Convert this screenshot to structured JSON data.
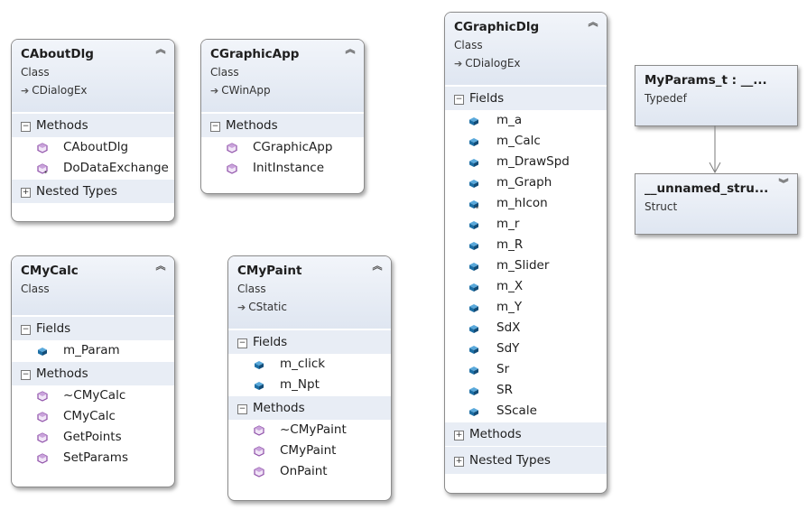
{
  "boxes": {
    "caboutdlg": {
      "name": "CAboutDlg",
      "kind": "Class",
      "base": "CDialogEx",
      "sections": {
        "methods": "Methods",
        "nested": "Nested Types"
      },
      "methods": [
        "CAboutDlg",
        "DoDataExchange"
      ]
    },
    "cgraphicapp": {
      "name": "CGraphicApp",
      "kind": "Class",
      "base": "CWinApp",
      "sections": {
        "methods": "Methods"
      },
      "methods": [
        "CGraphicApp",
        "InitInstance"
      ]
    },
    "cgraphicdlg": {
      "name": "CGraphicDlg",
      "kind": "Class",
      "base": "CDialogEx",
      "sections": {
        "fields": "Fields",
        "methods": "Methods",
        "nested": "Nested Types"
      },
      "fields": [
        "m_a",
        "m_Calc",
        "m_DrawSpd",
        "m_Graph",
        "m_hIcon",
        "m_r",
        "m_R",
        "m_Slider",
        "m_X",
        "m_Y",
        "SdX",
        "SdY",
        "Sr",
        "SR",
        "SScale"
      ]
    },
    "myparams": {
      "name": "MyParams_t : __...",
      "kind": "Typedef"
    },
    "unnamed": {
      "name": "__unnamed_stru...",
      "kind": "Struct"
    },
    "cmycalc": {
      "name": "CMyCalc",
      "kind": "Class",
      "sections": {
        "fields": "Fields",
        "methods": "Methods"
      },
      "fields": [
        "m_Param"
      ],
      "methods": [
        "~CMyCalc",
        "CMyCalc",
        "GetPoints",
        "SetParams"
      ]
    },
    "cmypaint": {
      "name": "CMyPaint",
      "kind": "Class",
      "base": "CStatic",
      "sections": {
        "fields": "Fields",
        "methods": "Methods"
      },
      "fields": [
        "m_click",
        "m_Npt"
      ],
      "methods": [
        "~CMyPaint",
        "CMyPaint",
        "OnPaint"
      ]
    }
  },
  "colors": {
    "method_icon": "#8e4fa8",
    "field_icon": "#1d6fa5",
    "header_bg": "#dfe6f1",
    "border": "#8c8c8c"
  }
}
